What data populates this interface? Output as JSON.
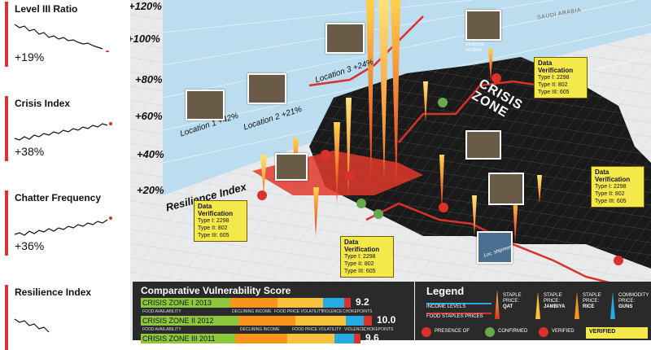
{
  "sidebar": {
    "metrics": [
      {
        "title": "Level III Ratio",
        "value": "+19%"
      },
      {
        "title": "Crisis Index",
        "value": "+38%"
      },
      {
        "title": "Chatter Frequency",
        "value": "+36%"
      },
      {
        "title": "Resilience Index",
        "value": ""
      }
    ]
  },
  "map": {
    "axis_labels": [
      "+120%",
      "+100%",
      "+80%",
      "+60%",
      "+40%",
      "+20%"
    ],
    "resilience_label": "Resilience Index",
    "locations": [
      "Location 1 +42%",
      "Location 2 +21%",
      "Location 3 +24%"
    ],
    "crisis_zone": "CRISIS ZONE",
    "country_label": "SAUDI ARABIA",
    "verified_tag": "Violence verified",
    "ship_tag": "Loc. shipment",
    "data_verification": [
      {
        "title": "Data Verification",
        "lines": [
          "Type I: 2298",
          "Type II: 802",
          "Type III: 605"
        ]
      },
      {
        "title": "Data Verification",
        "lines": [
          "Type I: 2298",
          "Type II: 802",
          "Type III: 605"
        ]
      },
      {
        "title": "Data Verification",
        "lines": [
          "Type I: 2298",
          "Type II: 802",
          "Type III: 605"
        ]
      },
      {
        "title": "Data Verification",
        "lines": [
          "Type I: 2298",
          "Type II: 802",
          "Type III: 605"
        ]
      }
    ]
  },
  "cvs": {
    "title": "Comparative Vulnerability Score",
    "sub_labels": [
      "FOOD AVAILABILITY",
      "DECLINING INCOME",
      "FOOD PRICE VOLATILITY",
      "VIOLENCE",
      "CHOKEPOINTS"
    ],
    "zones": [
      {
        "name": "CRISIS ZONE I 2013",
        "score": "9.2"
      },
      {
        "name": "CRISIS ZONE II 2012",
        "score": "10.0"
      },
      {
        "name": "CRISIS ZONE III 2011",
        "score": "9.6"
      }
    ]
  },
  "legend": {
    "title": "Legend",
    "income": "INCOME LEVELS",
    "food": "FOOD STAPLES PRICES",
    "staples": [
      {
        "label": "STAPLE PRICE:",
        "item": "QAT"
      },
      {
        "label": "STAPLE PRICE:",
        "item": "JAMBIYA"
      },
      {
        "label": "STAPLE PRICE:",
        "item": "RICE"
      },
      {
        "label": "COMMODITY PRICE:",
        "item": "GUNS"
      }
    ],
    "markers": [
      "PRESENCE OF",
      "CONFIRMED",
      "VERIFIED"
    ],
    "verified_box": "VERIFIED"
  },
  "colors": {
    "accent": "#d9312b",
    "crisis": "#1a1a1a",
    "water": "#b9dcef",
    "cvs_green": "#8dc63f",
    "cvs_orange": "#f7941d",
    "cvs_yellow": "#f9c23c",
    "cvs_blue": "#27aae1"
  }
}
